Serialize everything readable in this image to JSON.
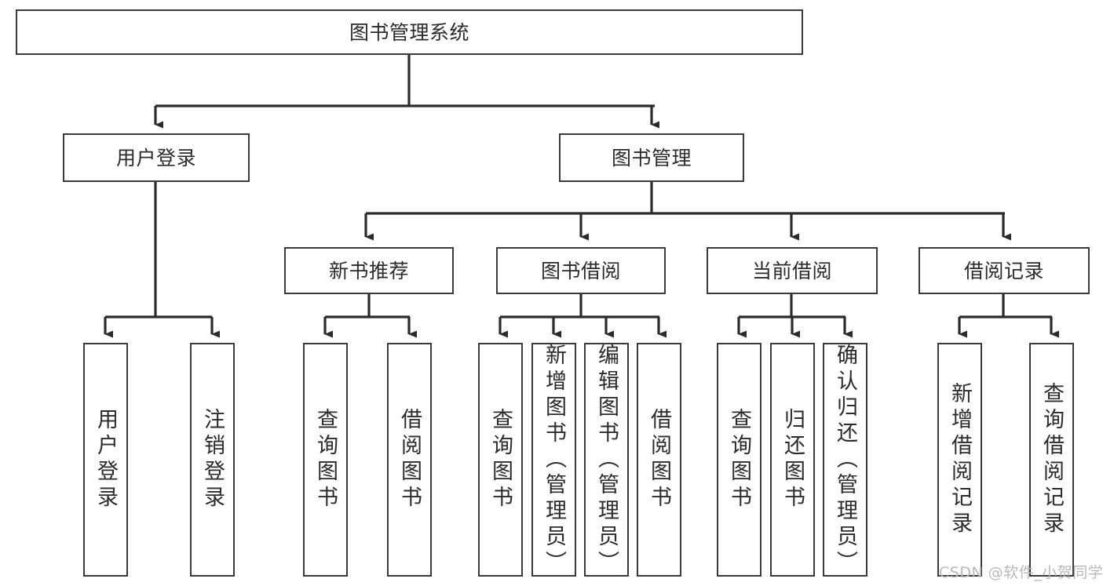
{
  "diagram": {
    "title": "图书管理系统",
    "type": "tree-hierarchy",
    "colors": {
      "box_border": "#3a3a3a",
      "box_fill": "#ffffff",
      "edge": "#2b2b2b",
      "text": "#2b2b2b",
      "background": "#ffffff",
      "watermark": "#b9b9b9"
    },
    "root": {
      "label": "图书管理系统"
    },
    "level1": [
      {
        "label": "用户登录"
      },
      {
        "label": "图书管理"
      }
    ],
    "level2": [
      {
        "label": "新书推荐"
      },
      {
        "label": "图书借阅"
      },
      {
        "label": "当前借阅"
      },
      {
        "label": "借阅记录"
      }
    ],
    "leaves": {
      "user_login": [
        {
          "label": "用户登录"
        },
        {
          "label": "注销登录"
        }
      ],
      "new_book_recommend": [
        {
          "label": "查询图书"
        },
        {
          "label": "借阅图书"
        }
      ],
      "book_borrow": [
        {
          "label": "查询图书"
        },
        {
          "label": "新增图书（管理员）"
        },
        {
          "label": "编辑图书（管理员）"
        },
        {
          "label": "借阅图书"
        }
      ],
      "current_borrow": [
        {
          "label": "查询图书"
        },
        {
          "label": "归还图书"
        },
        {
          "label": "确认归还（管理员）"
        }
      ],
      "borrow_record": [
        {
          "label": "新增借阅记录"
        },
        {
          "label": "查询借阅记录"
        }
      ]
    }
  },
  "watermark": {
    "text": "CSDN @软件_小贺同学"
  }
}
